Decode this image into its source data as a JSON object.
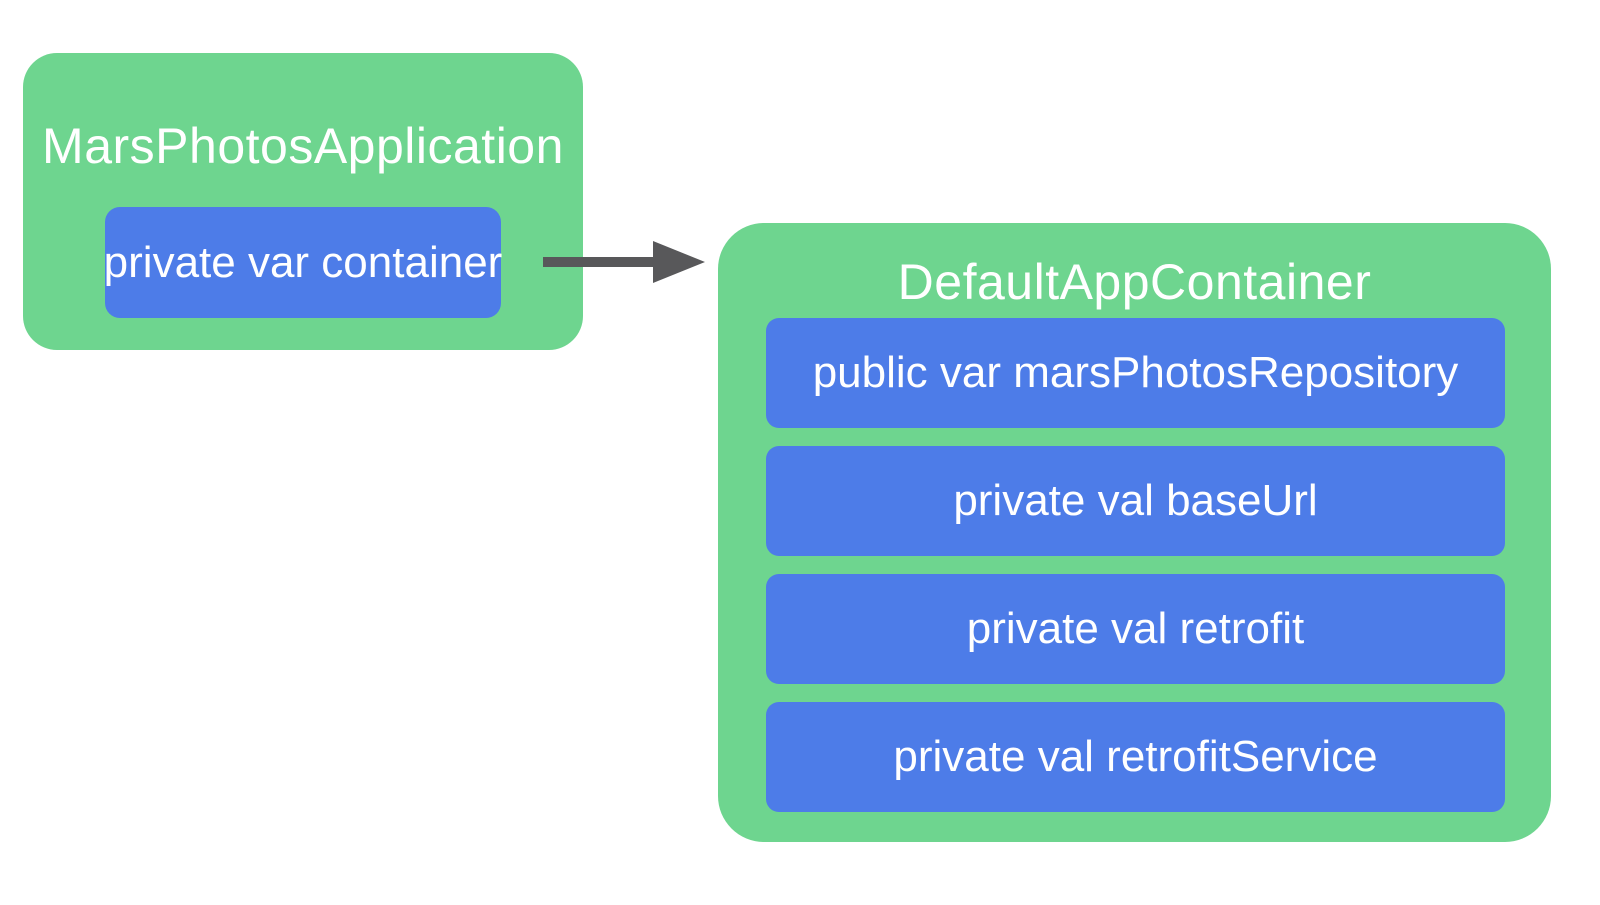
{
  "colors": {
    "background": "#ffffff",
    "class_box_green": "#6ed58f",
    "field_chip_blue": "#4d7ce8",
    "arrow_gray": "#58585a",
    "text_white": "#ffffff"
  },
  "diagram": {
    "application": {
      "title": "MarsPhotosApplication",
      "fields": [
        "private var container"
      ]
    },
    "container": {
      "title": "DefaultAppContainer",
      "fields": [
        "public var marsPhotosRepository",
        "private val baseUrl",
        "private val retrofit",
        "private val retrofitService"
      ]
    },
    "connector": {
      "type": "arrow",
      "from_field": "private var container",
      "to_box": "DefaultAppContainer"
    }
  }
}
